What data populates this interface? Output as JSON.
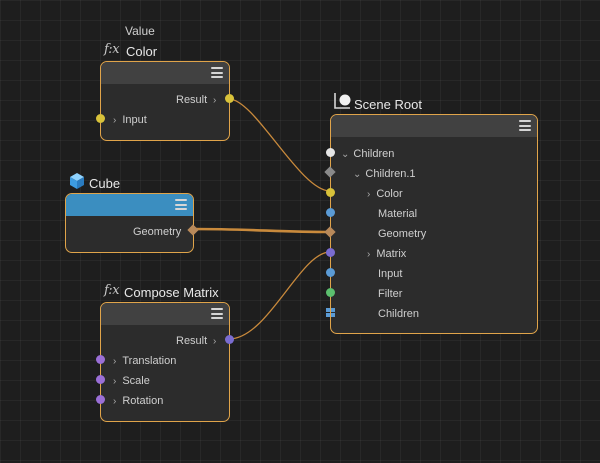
{
  "colors": {
    "wire": "#c98a3c",
    "node_border": "#e0a44a",
    "port_yellow": "#d8c23a",
    "port_blue": "#5b9bd5",
    "port_purple": "#9a6fd6",
    "port_green": "#5cbf6e",
    "port_white": "#e6e6e6",
    "port_grey": "#8a8a8a",
    "port_brown": "#b8895a"
  },
  "color_node": {
    "caption": "Value",
    "title": "Color",
    "icon": "function-icon",
    "fx_glyph": "f:x",
    "output_label": "Result",
    "input_label": "Input"
  },
  "cube_node": {
    "title": "Cube",
    "icon": "cube-icon",
    "output_label": "Geometry"
  },
  "compose_node": {
    "title": "Compose Matrix",
    "icon": "function-icon",
    "fx_glyph": "f:x",
    "output_label": "Result",
    "inputs": [
      "Translation",
      "Scale",
      "Rotation"
    ]
  },
  "scene_root": {
    "title": "Scene Root",
    "icon": "scene-root-icon",
    "ports": {
      "children": "Children",
      "children1": "Children.1",
      "color": "Color",
      "material": "Material",
      "geometry": "Geometry",
      "matrix": "Matrix",
      "input": "Input",
      "filter": "Filter",
      "children_add": "Children"
    }
  }
}
